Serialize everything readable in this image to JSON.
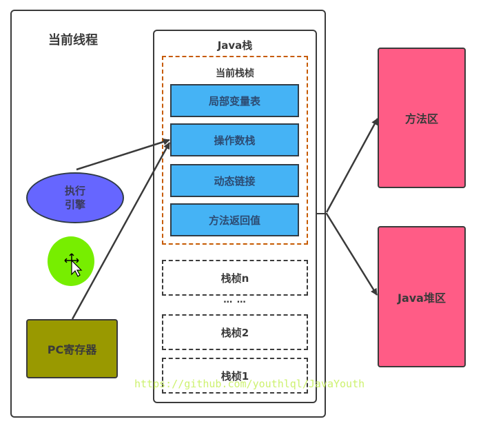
{
  "thread": {
    "title": "当前线程"
  },
  "java_stack": {
    "title": "Java栈",
    "current_frame": {
      "title": "当前栈桢",
      "slots": [
        {
          "label": "局部变量表"
        },
        {
          "label": "操作数栈"
        },
        {
          "label": "动态链接"
        },
        {
          "label": "方法返回值"
        }
      ]
    },
    "frames": [
      {
        "label": "栈桢n"
      },
      {
        "label": "栈桢2"
      },
      {
        "label": "栈桢1"
      }
    ],
    "ellipsis": "… …"
  },
  "execution_engine": {
    "line1": "执行",
    "line2": "引擎"
  },
  "pc_register": {
    "label": "PC寄存器"
  },
  "method_area": {
    "label": "方法区"
  },
  "heap": {
    "label": "Java堆区"
  },
  "watermark": "https://github.com/youthlql/JavaYouth",
  "colors": {
    "slot": "#45b3f5",
    "engine": "#6666ff",
    "pc": "#999900",
    "region": "#ff5c86",
    "current_frame_border": "#c65a00",
    "cursor_highlight": "#77ee00"
  }
}
